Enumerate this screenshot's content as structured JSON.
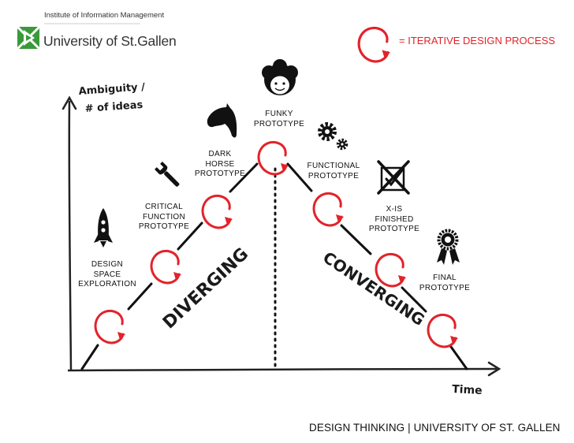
{
  "header": {
    "institute": "Institute of Information Management",
    "university": "University of St.Gallen"
  },
  "legend": {
    "text": "= ITERATIVE DESIGN PROCESS",
    "color": "#e2232a"
  },
  "axes": {
    "y_label_line1": "Ambiguity /",
    "y_label_line2": "# of ideas",
    "x_label": "Time"
  },
  "phases": {
    "diverging": "DIVERGING",
    "converging": "CONVERGING"
  },
  "stages": {
    "design_space": [
      "DESIGN",
      "SPACE",
      "EXPLORATION"
    ],
    "critical_function": [
      "CRITICAL",
      "FUNCTION",
      "PROTOTYPE"
    ],
    "dark_horse": [
      "DARK",
      "HORSE",
      "PROTOTYPE"
    ],
    "funky": [
      "FUNKY",
      "PROTOTYPE"
    ],
    "functional": [
      "FUNCTIONAL",
      "PROTOTYPE"
    ],
    "x_is": [
      "X-IS",
      "FINISHED",
      "PROTOTYPE"
    ],
    "final": [
      "FINAL",
      "PROTOTYPE"
    ]
  },
  "icons": [
    "logo-icon",
    "rocket-icon",
    "wrench-icon",
    "horse-icon",
    "afro-face-icon",
    "gears-icon",
    "crossed-box-icon",
    "award-ribbon-icon"
  ],
  "footer": "DESIGN THINKING | UNIVERSITY OF ST. GALLEN"
}
